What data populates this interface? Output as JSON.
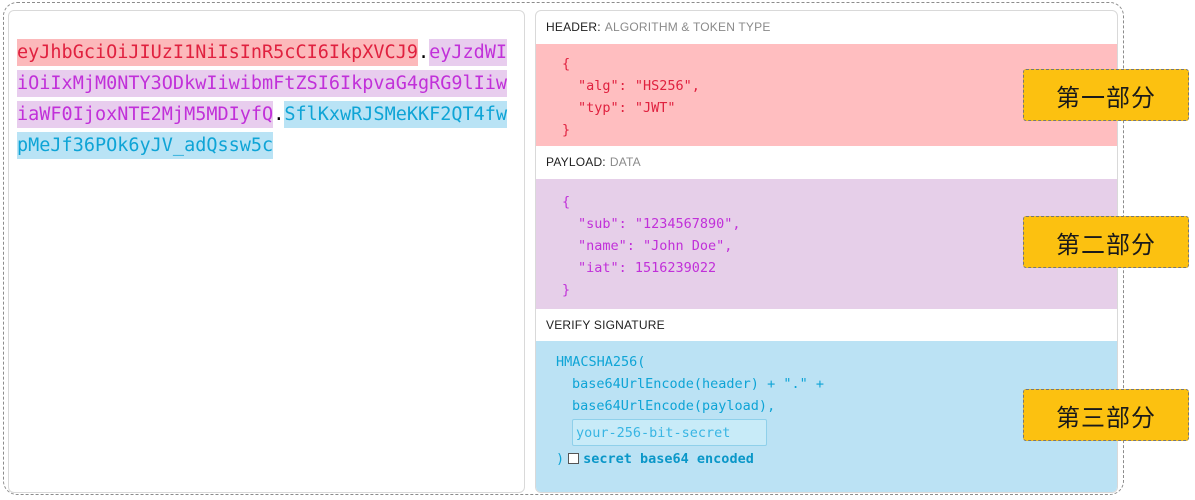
{
  "encoded": {
    "header_part": "eyJhbGciOiJIUzI1NiIsInR5cCI6IkpXVCJ9",
    "dot1": ".",
    "payload_part": "eyJzdWIiOiIxMjM0NTY3ODkwIiwibmFtZSI6IkpvaG4gRG9lIiwiaWF0IjoxNTE2MjM5MDIyfQ",
    "dot2": ".",
    "signature_part": "SflKxwRJSMeKKF2QT4fwpMeJf36POk6yJV_adQssw5c"
  },
  "decoded": {
    "header": {
      "label": "HEADER:",
      "sublabel": "ALGORITHM & TOKEN TYPE",
      "lines": [
        "{",
        "\"alg\": \"HS256\",",
        "\"typ\": \"JWT\"",
        "}"
      ]
    },
    "payload": {
      "label": "PAYLOAD:",
      "sublabel": "DATA",
      "lines": [
        "{",
        "\"sub\": \"1234567890\",",
        "\"name\": \"John Doe\",",
        "\"iat\": 1516239022",
        "}"
      ]
    },
    "verify": {
      "label": "VERIFY SIGNATURE",
      "func_open": "HMACSHA256(",
      "line1": "base64UrlEncode(header) + \".\" +",
      "line2": "base64UrlEncode(payload),",
      "secret_placeholder": "your-256-bit-secret",
      "close": ")",
      "checkbox_label": "secret base64 encoded"
    }
  },
  "badges": {
    "part1": "第一部分",
    "part2": "第二部分",
    "part3": "第三部分"
  },
  "colors": {
    "header": "#e0213f",
    "payload": "#c130d9",
    "signature": "#0ea4d6",
    "badge": "#fcc110"
  }
}
